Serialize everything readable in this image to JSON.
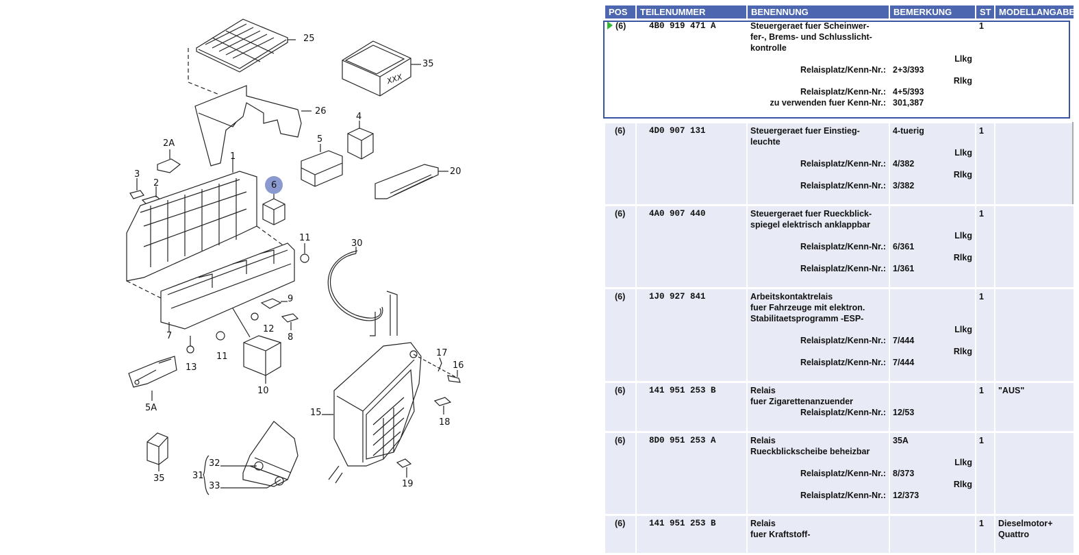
{
  "diagram": {
    "highlighted_callout": "6",
    "callouts": [
      {
        "id": "25",
        "label": "25"
      },
      {
        "id": "35a",
        "label": "35"
      },
      {
        "id": "26",
        "label": "26"
      },
      {
        "id": "4",
        "label": "4"
      },
      {
        "id": "2A",
        "label": "2A"
      },
      {
        "id": "5",
        "label": "5"
      },
      {
        "id": "1",
        "label": "1"
      },
      {
        "id": "20",
        "label": "20"
      },
      {
        "id": "3",
        "label": "3"
      },
      {
        "id": "2",
        "label": "2"
      },
      {
        "id": "6",
        "label": "6"
      },
      {
        "id": "11a",
        "label": "11"
      },
      {
        "id": "30",
        "label": "30"
      },
      {
        "id": "9",
        "label": "9"
      },
      {
        "id": "12",
        "label": "12"
      },
      {
        "id": "7",
        "label": "7"
      },
      {
        "id": "8",
        "label": "8"
      },
      {
        "id": "11b",
        "label": "11"
      },
      {
        "id": "13",
        "label": "13"
      },
      {
        "id": "17",
        "label": "17"
      },
      {
        "id": "16",
        "label": "16"
      },
      {
        "id": "10",
        "label": "10"
      },
      {
        "id": "5A",
        "label": "5A"
      },
      {
        "id": "15",
        "label": "15"
      },
      {
        "id": "18",
        "label": "18"
      },
      {
        "id": "35b",
        "label": "35"
      },
      {
        "id": "32",
        "label": "32"
      },
      {
        "id": "31",
        "label": "31"
      },
      {
        "id": "33",
        "label": "33"
      },
      {
        "id": "19",
        "label": "19"
      }
    ],
    "box_marking": "XXX"
  },
  "table": {
    "headers": [
      "POS",
      "TEILENUMMER",
      "BENENNUNG",
      "BEMERKUNG",
      "ST",
      "MODELLANGABE"
    ],
    "rows": [
      {
        "pos": "(6)",
        "partno": "4B0 919 471 A",
        "selected": true,
        "desc": [
          "Steuergeraet fuer Scheinwer-",
          "fer-, Brems- und Schlusslicht-",
          "kontrolle"
        ],
        "sub": [
          {
            "side": "Llkg",
            "label": "Relaisplatz/Kenn-Nr.:",
            "value": "2+3/393"
          },
          {
            "side": "Rlkg",
            "label": "Relaisplatz/Kenn-Nr.:",
            "value": "4+5/393"
          },
          {
            "side": "",
            "label": "zu verwenden fuer Kenn-Nr.:",
            "value": "301,387"
          }
        ],
        "remark": "",
        "qty": "1",
        "model": ""
      },
      {
        "pos": "(6)",
        "partno": "4D0 907 131",
        "selected": false,
        "desc": [
          "Steuergeraet fuer Einstieg-",
          "leuchte"
        ],
        "sub": [
          {
            "side": "Llkg",
            "label": "Relaisplatz/Kenn-Nr.:",
            "value": "4/382"
          },
          {
            "side": "Rlkg",
            "label": "Relaisplatz/Kenn-Nr.:",
            "value": "3/382"
          }
        ],
        "remark": "4-tuerig",
        "qty": "1",
        "model": ""
      },
      {
        "pos": "(6)",
        "partno": "4A0 907 440",
        "selected": false,
        "desc": [
          "Steuergeraet fuer Rueckblick-",
          "spiegel elektrisch anklappbar"
        ],
        "sub": [
          {
            "side": "Llkg",
            "label": "Relaisplatz/Kenn-Nr.:",
            "value": "6/361"
          },
          {
            "side": "Rlkg",
            "label": "Relaisplatz/Kenn-Nr.:",
            "value": "1/361"
          }
        ],
        "remark": "",
        "qty": "1",
        "model": ""
      },
      {
        "pos": "(6)",
        "partno": "1J0 927 841",
        "selected": false,
        "desc": [
          "Arbeitskontaktrelais",
          "fuer Fahrzeuge mit elektron.",
          "Stabilitaetsprogramm     -ESP-"
        ],
        "sub": [
          {
            "side": "Llkg",
            "label": "Relaisplatz/Kenn-Nr.:",
            "value": "7/444"
          },
          {
            "side": "Rlkg",
            "label": "Relaisplatz/Kenn-Nr.:",
            "value": "7/444"
          }
        ],
        "remark": "",
        "qty": "1",
        "model": ""
      },
      {
        "pos": "(6)",
        "partno": "141 951 253 B",
        "selected": false,
        "desc": [
          "Relais",
          "fuer Zigarettenanzuender"
        ],
        "sub": [
          {
            "side": "",
            "label": "Relaisplatz/Kenn-Nr.:",
            "value": "12/53"
          }
        ],
        "remark": "",
        "qty": "1",
        "model": "\"AUS\""
      },
      {
        "pos": "(6)",
        "partno": "8D0 951 253 A",
        "selected": false,
        "desc": [
          "Relais",
          "Rueckblickscheibe beheizbar"
        ],
        "sub": [
          {
            "side": "Llkg",
            "label": "Relaisplatz/Kenn-Nr.:",
            "value": "8/373"
          },
          {
            "side": "Rlkg",
            "label": "Relaisplatz/Kenn-Nr.:",
            "value": "12/373"
          }
        ],
        "remark": "35A",
        "qty": "1",
        "model": ""
      },
      {
        "pos": "(6)",
        "partno": "141 951 253 B",
        "selected": false,
        "desc": [
          "Relais",
          "fuer Kraftstoff-"
        ],
        "sub": [],
        "remark": "",
        "qty": "1",
        "model": "Dieselmotor+ Quattro"
      }
    ]
  }
}
